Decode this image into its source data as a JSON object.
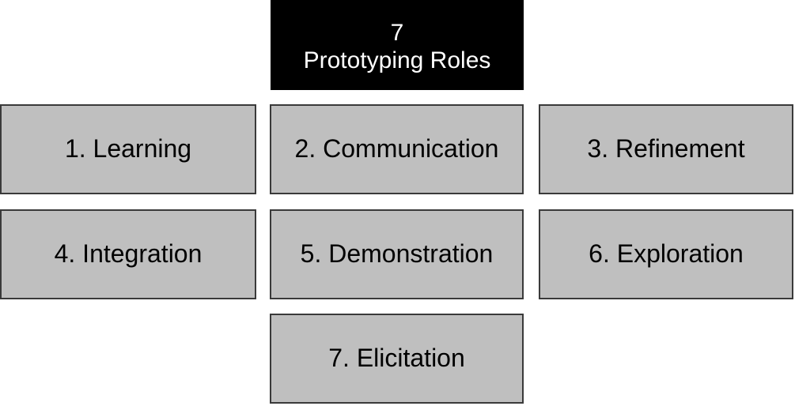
{
  "diagram": {
    "title_box": {
      "count": "7",
      "title": "Prototyping Roles",
      "background_color": "#000000",
      "text_color": "#ffffff"
    },
    "style": {
      "node_fill": "#bfbfbf",
      "node_border": "#3a3a3a",
      "node_text_color": "#000000",
      "canvas_background": "#ffffff"
    },
    "nodes": [
      {
        "label": "1. Learning",
        "number": "1",
        "name": "Learning",
        "row": 1,
        "column": 1
      },
      {
        "label": "2. Communication",
        "number": "2",
        "name": "Communication",
        "row": 1,
        "column": 2
      },
      {
        "label": "3. Refinement",
        "number": "3",
        "name": "Refinement",
        "row": 1,
        "column": 3
      },
      {
        "label": "4. Integration",
        "number": "4",
        "name": "Integration",
        "row": 2,
        "column": 1
      },
      {
        "label": "5. Demonstration",
        "number": "5",
        "name": "Demonstration",
        "row": 2,
        "column": 2
      },
      {
        "label": "6. Exploration",
        "number": "6",
        "name": "Exploration",
        "row": 2,
        "column": 3
      },
      {
        "label": "7. Elicitation",
        "number": "7",
        "name": "Elicitation",
        "row": 3,
        "column": 2
      }
    ]
  }
}
